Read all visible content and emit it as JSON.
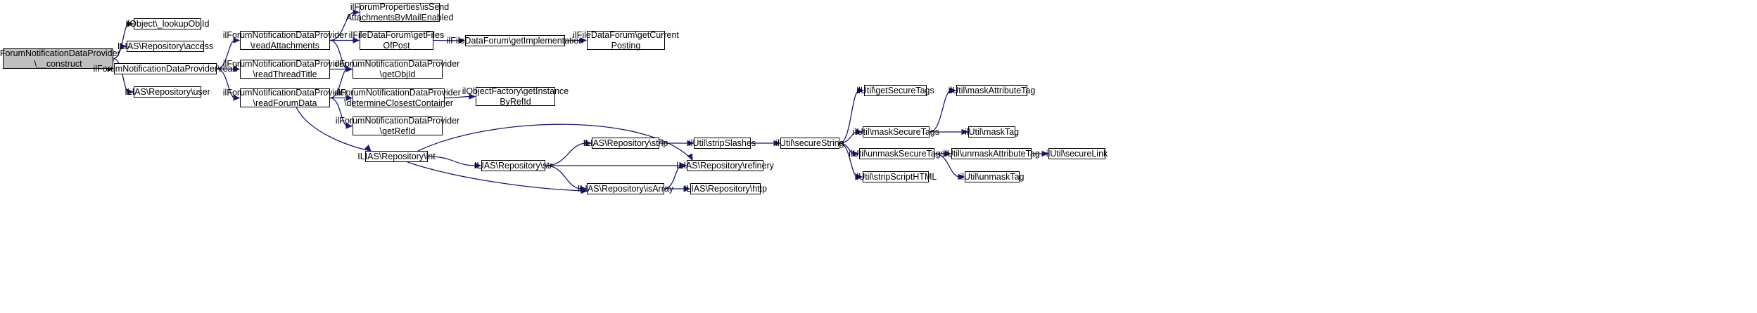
{
  "diagram": {
    "edge_color": "#191970",
    "root_fill": "#bfbfbf",
    "nodes": {
      "construct": "ilForumNotificationDataProvider\n\\__construct",
      "lookupObjId": "ilObject\\_lookupObjId",
      "access": "ILIAS\\Repository\\access",
      "read": "ilForumNotificationDataProvider\\read",
      "user": "ILIAS\\Repository\\user",
      "readAttachments": "ilForumNotificationDataProvider\n\\readAttachments",
      "readThreadTitle": "ilForumNotificationDataProvider\n\\readThreadTitle",
      "readForumData": "ilForumNotificationDataProvider\n\\readForumData",
      "isSendAttachments": "ilForumProperties\\isSend\nAttachmentsByMailEnabled",
      "getFilesOfPost": "ilFileDataForum\\getFiles\nOfPost",
      "getObjId": "ilForumNotificationDataProvider\n\\getObjId",
      "determineClosestContainer": "ilForumNotificationDataProvider\n\\determineClosestContainer",
      "getRefId": "ilForumNotificationDataProvider\n\\getRefId",
      "getImplementation": "ilFileDataForum\\getImplementation",
      "getCurrentPosting": "ilFileDataForum\\getCurrent\nPosting",
      "getInstanceByRefId": "ilObjectFactory\\getInstance\nByRefId",
      "repoInt": "ILIAS\\Repository\\int",
      "repoStr": "ILIAS\\Repository\\str",
      "repoStrip": "ILIAS\\Repository\\strip",
      "repoRefinery": "ILIAS\\Repository\\refinery",
      "repoIsArray": "ILIAS\\Repository\\isArray",
      "repoHttp": "ILIAS\\Repository\\http",
      "stripSlashes": "ilUtil\\stripSlashes",
      "secureString": "ilUtil\\secureString",
      "getSecureTags": "ilUtil\\getSecureTags",
      "maskSecureTags": "ilUtil\\maskSecureTags",
      "unmaskSecureTags": "ilUtil\\unmaskSecureTags",
      "stripScriptHTML": "ilUtil\\stripScriptHTML",
      "maskAttributeTag": "ilUtil\\maskAttributeTag",
      "maskTag": "ilUtil\\maskTag",
      "unmaskAttributeTag": "ilUtil\\unmaskAttributeTag",
      "unmaskTag": "ilUtil\\unmaskTag",
      "secureLink": "ilUtil\\secureLink"
    },
    "edges": [
      [
        "construct",
        "lookupObjId"
      ],
      [
        "construct",
        "access"
      ],
      [
        "construct",
        "read"
      ],
      [
        "construct",
        "user"
      ],
      [
        "read",
        "readAttachments"
      ],
      [
        "read",
        "readThreadTitle"
      ],
      [
        "read",
        "readForumData"
      ],
      [
        "readAttachments",
        "isSendAttachments"
      ],
      [
        "readAttachments",
        "getFilesOfPost"
      ],
      [
        "readAttachments",
        "getObjId"
      ],
      [
        "readThreadTitle",
        "getObjId"
      ],
      [
        "readForumData",
        "getObjId"
      ],
      [
        "readForumData",
        "determineClosestContainer"
      ],
      [
        "readForumData",
        "getRefId"
      ],
      [
        "readForumData",
        "repoInt"
      ],
      [
        "getFilesOfPost",
        "getImplementation"
      ],
      [
        "getImplementation",
        "getCurrentPosting"
      ],
      [
        "determineClosestContainer",
        "getInstanceByRefId"
      ],
      [
        "repoInt",
        "repoRefinery"
      ],
      [
        "repoInt",
        "repoStr"
      ],
      [
        "repoInt",
        "repoIsArray"
      ],
      [
        "repoStr",
        "repoStrip"
      ],
      [
        "repoStr",
        "repoRefinery"
      ],
      [
        "repoStr",
        "repoIsArray"
      ],
      [
        "repoStrip",
        "stripSlashes"
      ],
      [
        "repoIsArray",
        "repoRefinery"
      ],
      [
        "repoIsArray",
        "repoHttp"
      ],
      [
        "stripSlashes",
        "secureString"
      ],
      [
        "secureString",
        "getSecureTags"
      ],
      [
        "secureString",
        "maskSecureTags"
      ],
      [
        "secureString",
        "unmaskSecureTags"
      ],
      [
        "secureString",
        "stripScriptHTML"
      ],
      [
        "maskSecureTags",
        "maskAttributeTag"
      ],
      [
        "maskSecureTags",
        "maskTag"
      ],
      [
        "unmaskSecureTags",
        "unmaskAttributeTag"
      ],
      [
        "unmaskSecureTags",
        "unmaskTag"
      ],
      [
        "unmaskAttributeTag",
        "secureLink"
      ]
    ]
  }
}
